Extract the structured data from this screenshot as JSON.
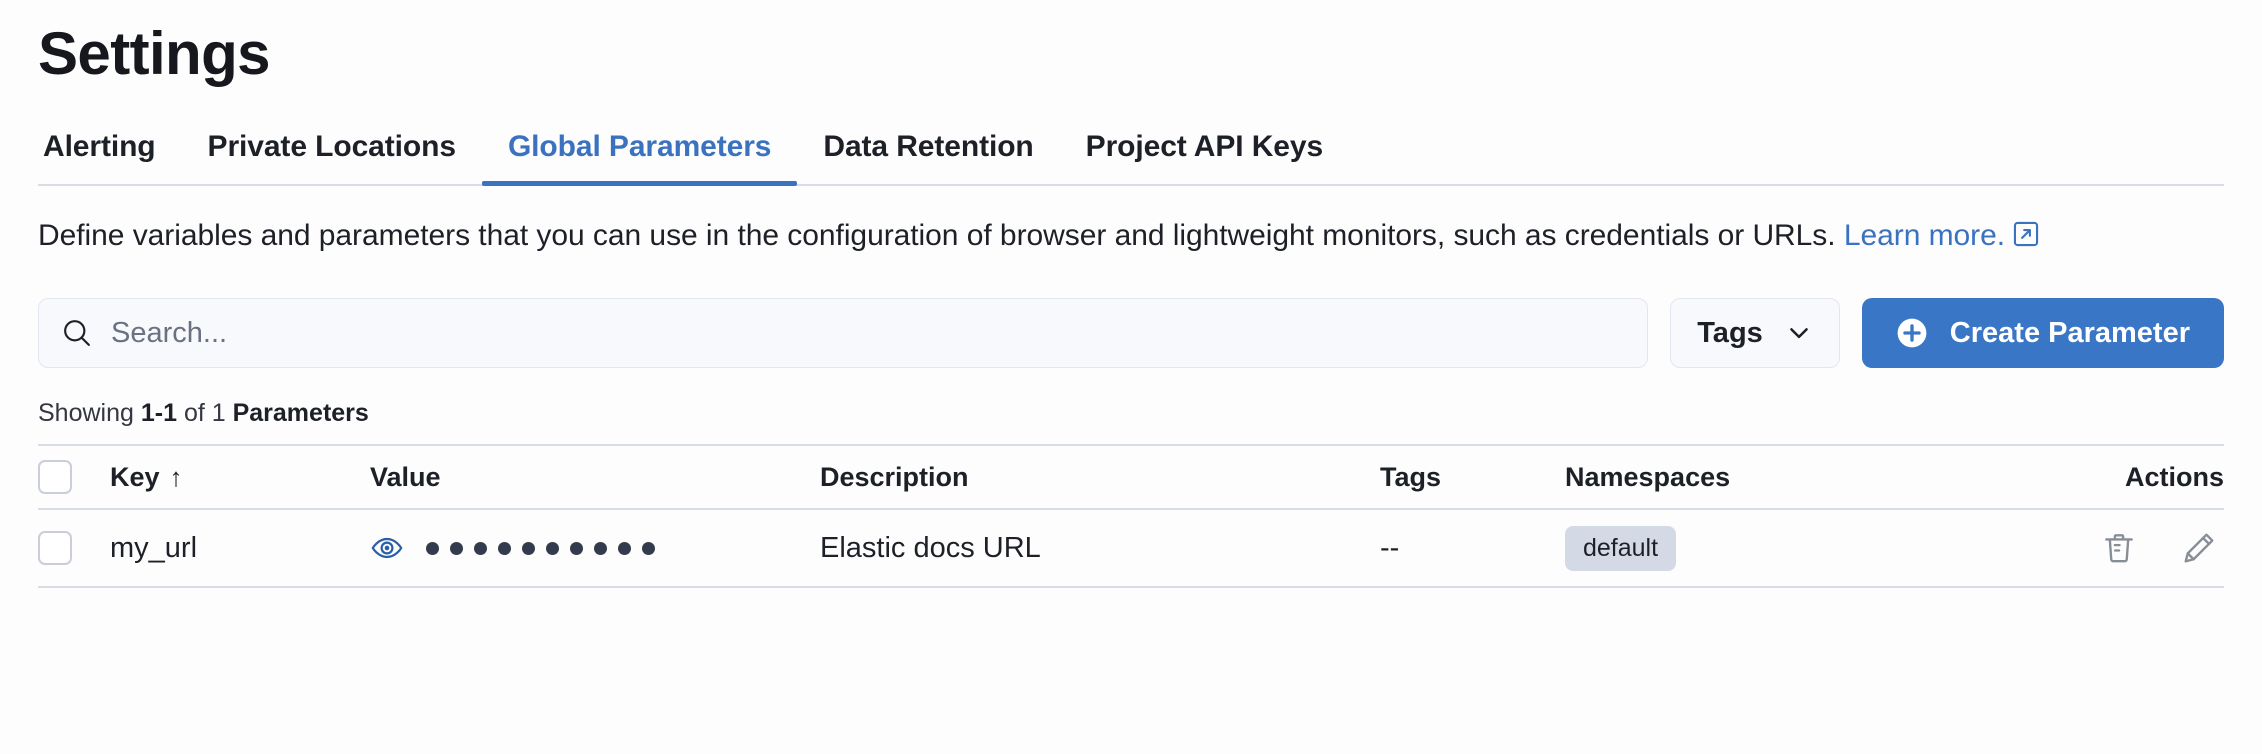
{
  "page": {
    "title": "Settings"
  },
  "tabs": [
    {
      "label": "Alerting",
      "active": false
    },
    {
      "label": "Private Locations",
      "active": false
    },
    {
      "label": "Global Parameters",
      "active": true
    },
    {
      "label": "Data Retention",
      "active": false
    },
    {
      "label": "Project API Keys",
      "active": false
    }
  ],
  "description": {
    "text": "Define variables and parameters that you can use in the configuration of browser and lightweight monitors, such as credentials or URLs.",
    "link_label": "Learn more.",
    "link_icon": "external-link-icon"
  },
  "controls": {
    "search": {
      "placeholder": "Search...",
      "value": "",
      "icon": "search-icon"
    },
    "tags_filter": {
      "label": "Tags",
      "icon": "chevron-down-icon"
    },
    "create_button": {
      "label": "Create Parameter",
      "icon": "plus-circle-icon"
    }
  },
  "results": {
    "prefix": "Showing ",
    "range": "1-1",
    "middle": " of 1 ",
    "entity": "Parameters"
  },
  "table": {
    "columns": [
      {
        "key": "select",
        "label": ""
      },
      {
        "key": "key",
        "label": "Key",
        "sort": "↑"
      },
      {
        "key": "value",
        "label": "Value"
      },
      {
        "key": "description",
        "label": "Description"
      },
      {
        "key": "tags",
        "label": "Tags"
      },
      {
        "key": "namespaces",
        "label": "Namespaces"
      },
      {
        "key": "actions",
        "label": "Actions"
      }
    ],
    "rows": [
      {
        "key": "my_url",
        "value_masked": "••••••••••",
        "value_dots": 10,
        "value_toggle_icon": "eye-icon",
        "description": "Elastic docs URL",
        "tags": "--",
        "namespaces": "default",
        "actions": [
          "trash-icon",
          "pencil-icon"
        ]
      }
    ]
  },
  "colors": {
    "accent_blue": "#3a72c0",
    "button_blue": "#3a76c6",
    "border": "#d8dce5",
    "badge_bg": "#d3dae6",
    "text": "#1d2027"
  }
}
